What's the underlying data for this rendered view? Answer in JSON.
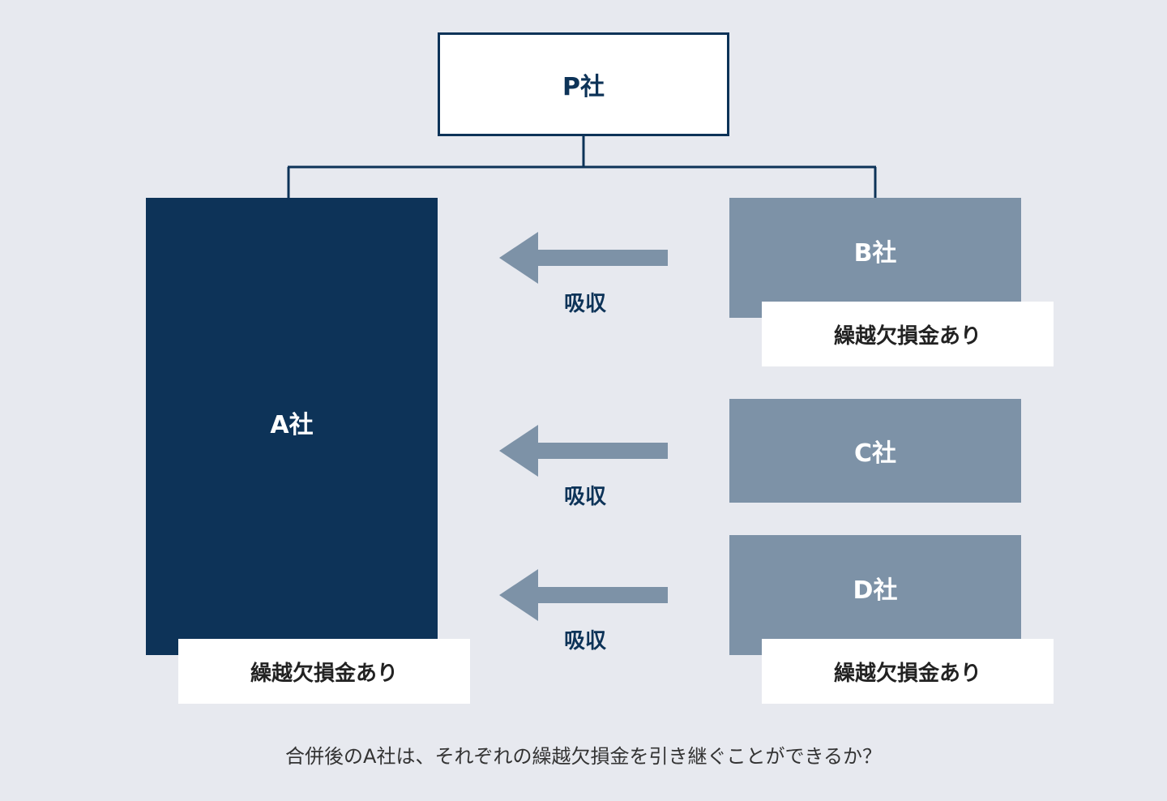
{
  "parent_company": {
    "label": "P社"
  },
  "company_a": {
    "label": "A社",
    "loss_label": "繰越欠損金あり"
  },
  "company_b": {
    "label": "B社",
    "loss_label": "繰越欠損金あり"
  },
  "company_c": {
    "label": "C社"
  },
  "company_d": {
    "label": "D社",
    "loss_label": "繰越欠損金あり"
  },
  "arrows": [
    {
      "label": "吸収"
    },
    {
      "label": "吸収"
    },
    {
      "label": "吸収"
    }
  ],
  "question": "合併後のA社は、それぞれの繰越欠損金を引き継ぐことができるか？",
  "colors": {
    "background": "#e7e9ef",
    "navy": "#0d3358",
    "slate": "#7d92a7",
    "arrow": "#7d92a7",
    "white": "#ffffff"
  }
}
